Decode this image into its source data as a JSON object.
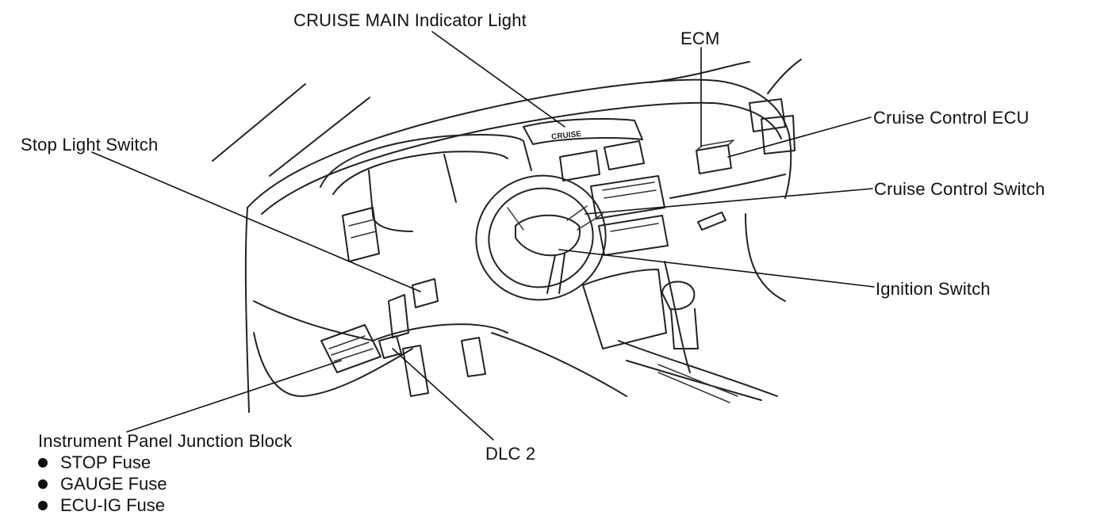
{
  "labels": {
    "cruise_main_indicator": "CRUISE MAIN Indicator Light",
    "ecm": "ECM",
    "cruise_control_ecu": "Cruise Control ECU",
    "stop_light_switch": "Stop Light Switch",
    "cruise_control_switch": "Cruise Control Switch",
    "ignition_switch": "Ignition Switch",
    "instrument_panel_junction_block": "Instrument Panel Junction Block",
    "dlc2": "DLC 2"
  },
  "fuses": [
    "STOP Fuse",
    "GAUGE Fuse",
    "ECU-IG Fuse"
  ],
  "panel_text": "CRUISE"
}
